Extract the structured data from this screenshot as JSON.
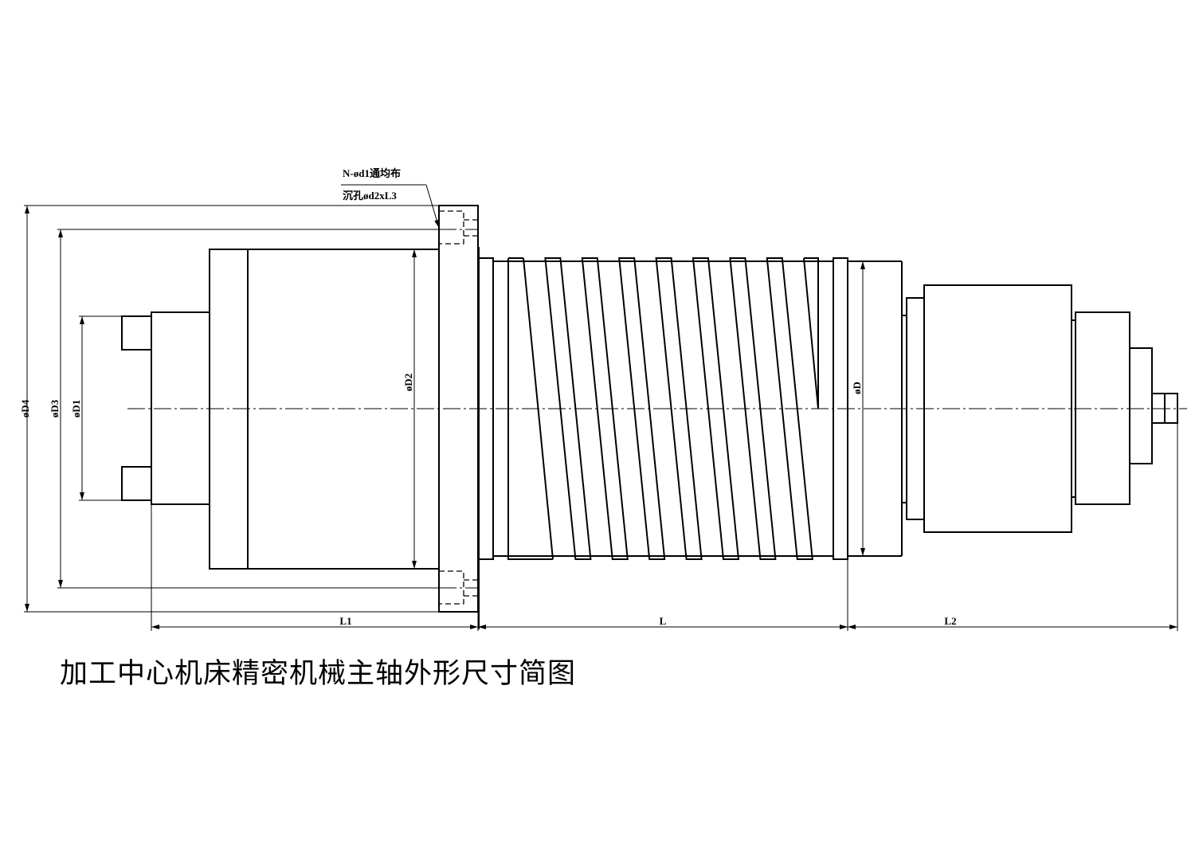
{
  "drawing": {
    "title": "加工中心机床精密机械主轴外形尺寸简图",
    "annotation": {
      "line1": "N-ød1通均布",
      "line2": "沉孔ød2xL3"
    },
    "dimensions": {
      "d4": "øD4",
      "d3": "øD3",
      "d1": "øD1",
      "d2": "øD2",
      "d": "øD",
      "l1": "L1",
      "l": "L",
      "l2": "L2"
    }
  }
}
